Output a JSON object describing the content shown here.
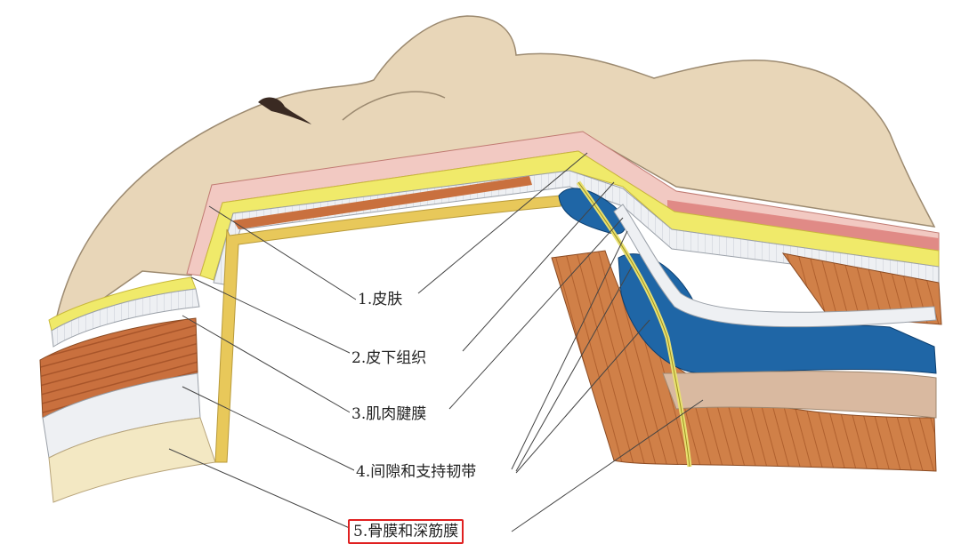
{
  "labels": {
    "skin": "1.皮肤",
    "subcutaneous": "2.皮下组织",
    "aponeurosis": "3.肌肉腱膜",
    "loose_tissue": "4.间隙和支持韧带",
    "periosteum": "5.骨膜和深筋膜"
  },
  "colors": {
    "skin_surface": "#e8d6b8",
    "skin_pink": "#e08a86",
    "fat_yellow": "#f0ea6a",
    "fascia_white": "#eef0f3",
    "muscle_brown": "#c9703e",
    "bone_beige": "#f3e8c3",
    "gold_layer": "#e8c85a",
    "blue_fat": "#1f66a6",
    "leader_line": "#444444",
    "highlight_box": "#e02020"
  }
}
